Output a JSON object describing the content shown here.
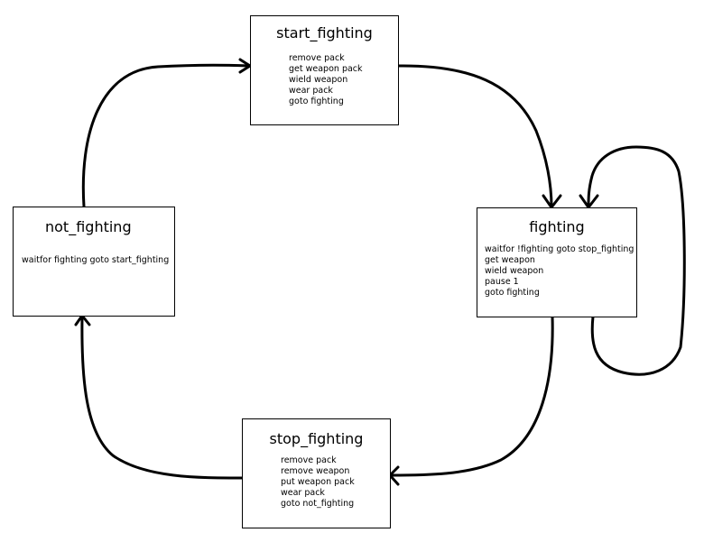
{
  "diagram": {
    "states": {
      "start_fighting": {
        "title": "start_fighting",
        "lines": [
          "remove pack",
          "get weapon pack",
          "wield weapon",
          "wear pack",
          "goto fighting"
        ]
      },
      "fighting": {
        "title": "fighting",
        "lines": [
          "waitfor !fighting goto stop_fighting",
          "get weapon",
          "wield weapon",
          "pause 1",
          "goto fighting"
        ]
      },
      "not_fighting": {
        "title": "not_fighting",
        "lines": [
          "waitfor fighting goto start_fighting"
        ]
      },
      "stop_fighting": {
        "title": "stop_fighting",
        "lines": [
          "remove pack",
          "remove weapon",
          "put weapon pack",
          "wear pack",
          "goto not_fighting"
        ]
      }
    },
    "transitions": [
      {
        "from": "not_fighting",
        "to": "start_fighting"
      },
      {
        "from": "start_fighting",
        "to": "fighting"
      },
      {
        "from": "fighting",
        "to": "fighting"
      },
      {
        "from": "fighting",
        "to": "stop_fighting"
      },
      {
        "from": "stop_fighting",
        "to": "not_fighting"
      }
    ],
    "colors": {
      "line": "#000000",
      "background": "#ffffff"
    }
  }
}
